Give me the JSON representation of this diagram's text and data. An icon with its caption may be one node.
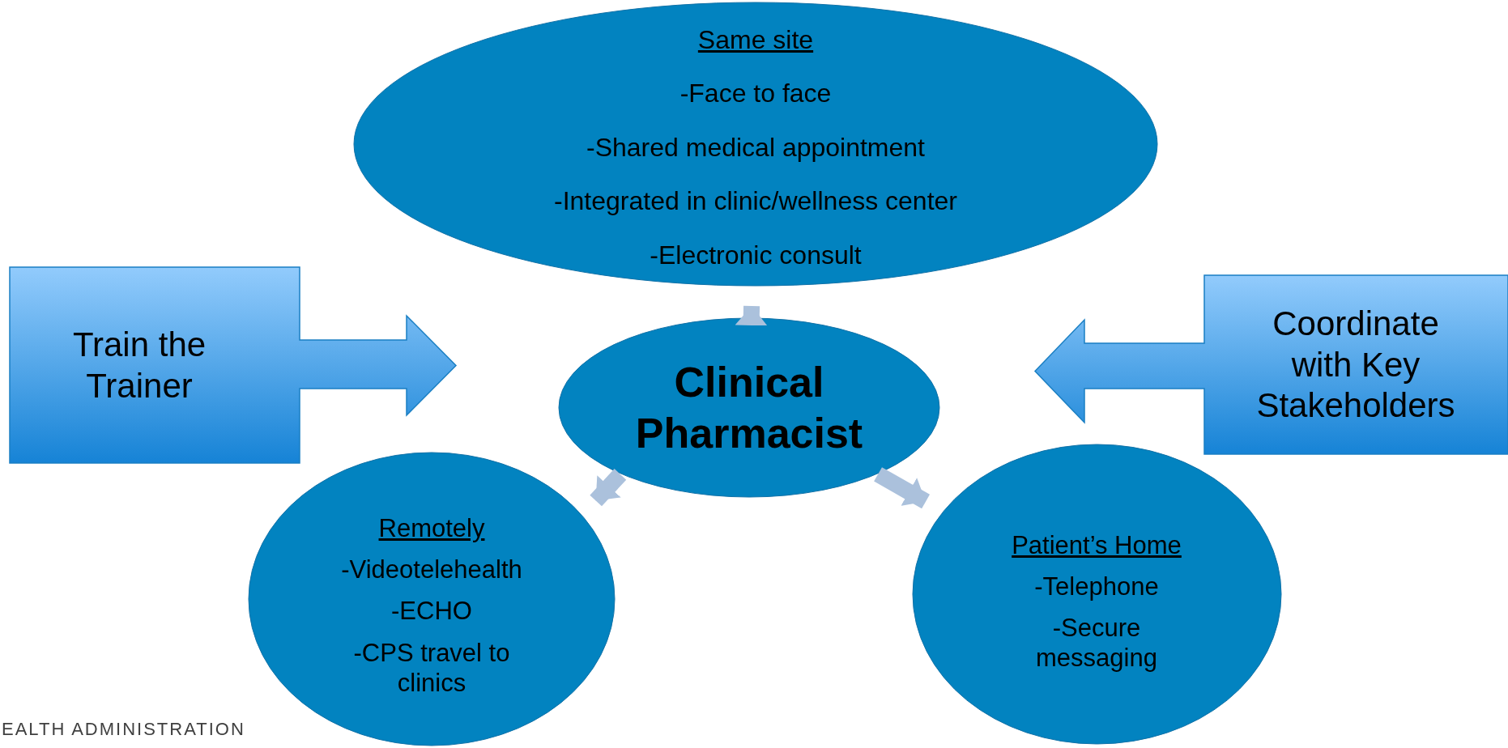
{
  "diagram": {
    "nodes": [
      {
        "text": [
          "Same site",
          "-Face to face",
          "-Shared medical appointment",
          "-Integrated in clinic/wellness center",
          "-Electronic consult"
        ]
      },
      {
        "text": [
          "Train the Trainer"
        ]
      },
      {
        "text": [
          "Clinical Pharmacist"
        ]
      },
      {
        "text": [
          "Coordinate with Key Stakeholders"
        ]
      },
      {
        "text": [
          "Remotely",
          "-Videotelehealth",
          "-ECHO",
          "-CPS travel to clinics"
        ]
      },
      {
        "text": [
          "Patient’s Home",
          "-Telephone",
          "-Secure messaging"
        ]
      }
    ],
    "edges": [
      {
        "from": 2,
        "to": 0,
        "arrow": "to"
      },
      {
        "from": 2,
        "to": 4,
        "arrow": "to"
      },
      {
        "from": 2,
        "to": 5,
        "arrow": "to"
      }
    ],
    "labels": [
      "EALTH ADMINISTRATION"
    ]
  }
}
